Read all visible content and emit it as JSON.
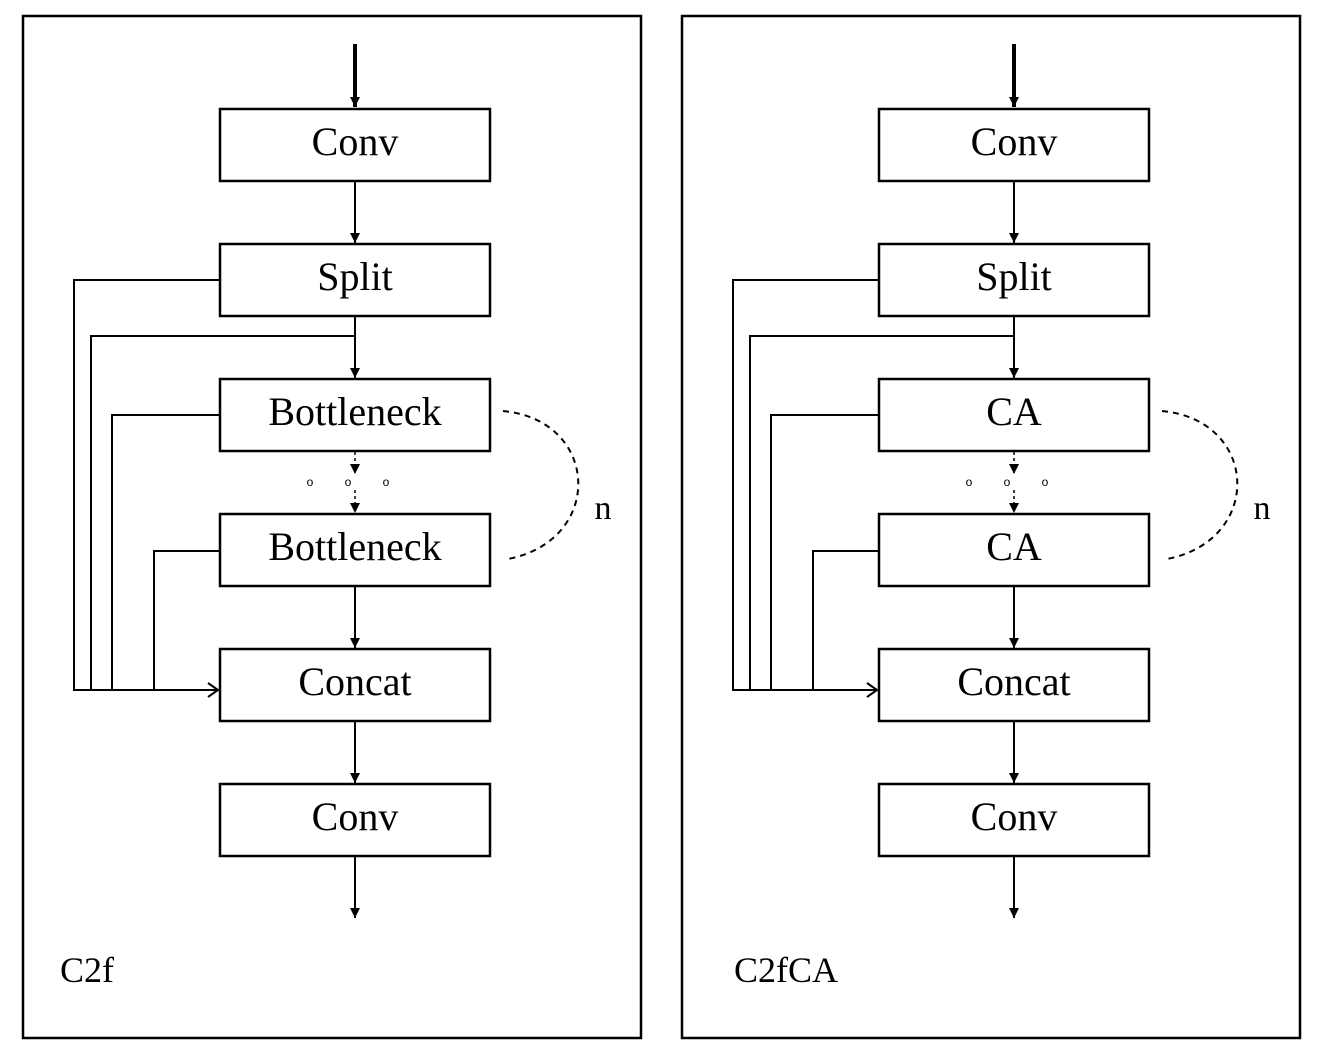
{
  "panels": [
    {
      "label": "C2f",
      "blocks": [
        "Conv",
        "Split",
        "Bottleneck",
        "Bottleneck",
        "Concat",
        "Conv"
      ],
      "repeat_label": "n",
      "ellipsis": "o o o"
    },
    {
      "label": "C2fCA",
      "blocks": [
        "Conv",
        "Split",
        "CA",
        "CA",
        "Concat",
        "Conv"
      ],
      "repeat_label": "n",
      "ellipsis": "o o o"
    }
  ]
}
